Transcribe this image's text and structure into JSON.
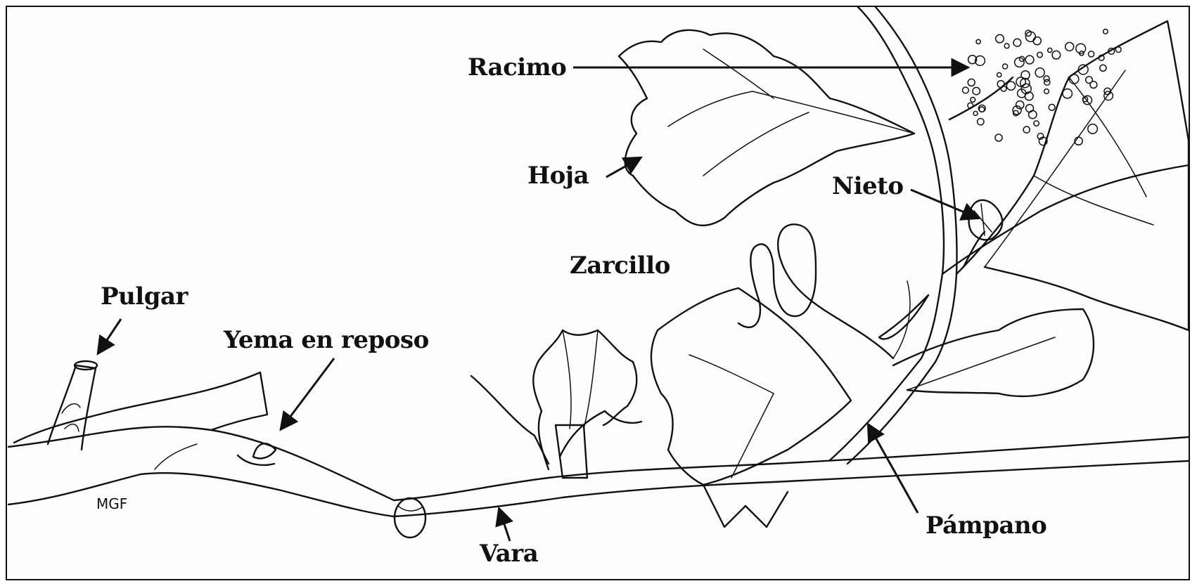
{
  "labels": {
    "racimo": "Racimo",
    "hoja": "Hoja",
    "nieto": "Nieto",
    "zarcillo": "Zarcillo",
    "pulgar": "Pulgar",
    "yema": "Yema en reposo",
    "vara": "Vara",
    "pampano": "Pámpano"
  },
  "signature": "MGF",
  "colors": {
    "ink": "#111111",
    "paper": "#fdfdfd"
  }
}
